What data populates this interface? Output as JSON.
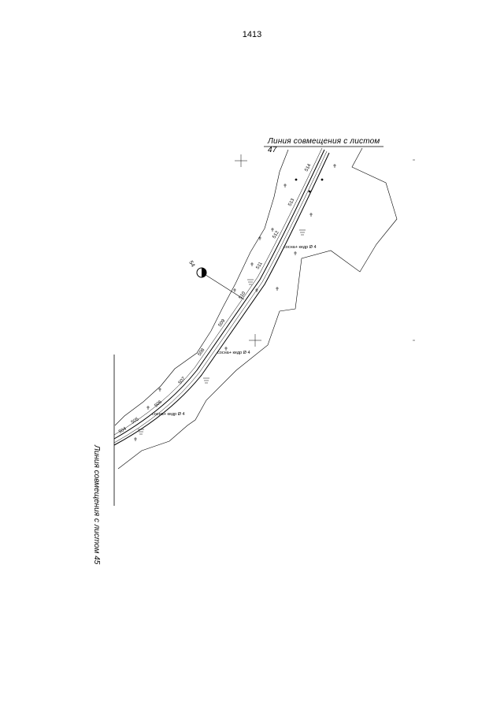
{
  "page": {
    "number": "1413"
  },
  "match_lines": {
    "top": "Линия совмещения с листом 47",
    "left": "Линия совмещения с листом 45"
  },
  "tree_labels": [
    "сосна+ кедр Ø 4",
    "сосна+ кедр Ø 4",
    "сосна+ кедр Ø 4"
  ],
  "callout": {
    "number": "54"
  },
  "pickets": [
    "514",
    "513",
    "512",
    "511",
    "510",
    "509",
    "508",
    "507",
    "506",
    "505",
    "504"
  ],
  "colors": {
    "line": "#000000",
    "background": "#ffffff"
  }
}
